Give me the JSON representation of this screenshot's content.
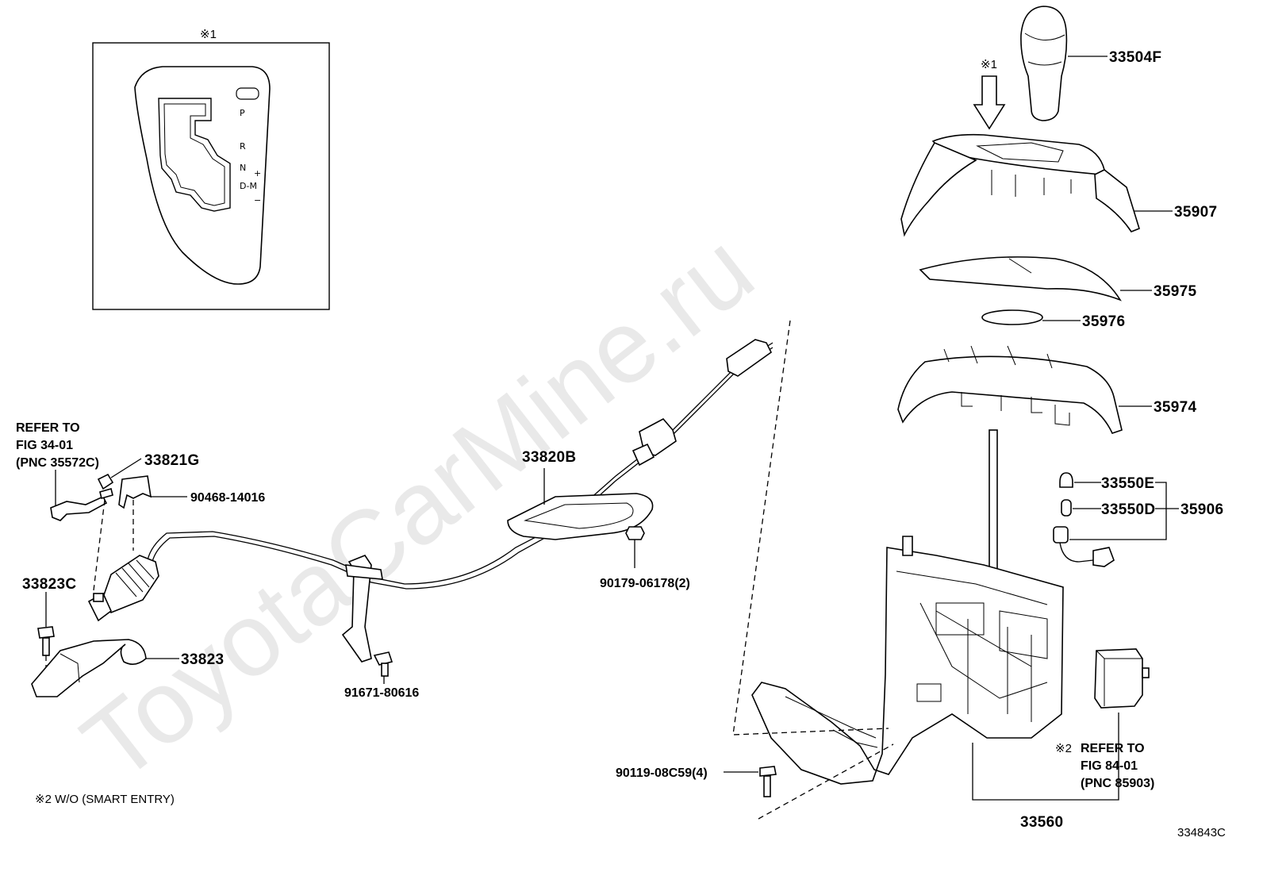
{
  "watermark": "ToyotaCarMine.ru",
  "figure_number": "334843C",
  "inset": {
    "title": "※1",
    "gate_labels": [
      "P",
      "R",
      "N",
      "D-M",
      "+",
      "−"
    ]
  },
  "callout_note": "※1",
  "parts": {
    "p33504F": "33504F",
    "p35907": "35907",
    "p35975": "35975",
    "p35976": "35976",
    "p35974": "35974",
    "p33550E": "33550E",
    "p33550D": "33550D",
    "p35906": "35906",
    "p33820B": "33820B",
    "p33821G": "33821G",
    "p90468": "90468-14016",
    "p33823C": "33823C",
    "p33823": "33823",
    "p90179": "90179-06178(2)",
    "p91671": "91671-80616",
    "p90119": "90119-08C59(4)",
    "p33560": "33560"
  },
  "refer_left": [
    "REFER TO",
    "FIG 34-01",
    "(PNC 35572C)"
  ],
  "refer_right": {
    "prefix": "※2",
    "lines": [
      "REFER TO",
      "FIG 84-01",
      "(PNC 85903)"
    ]
  },
  "footnote": "※2 W/O (SMART ENTRY)"
}
